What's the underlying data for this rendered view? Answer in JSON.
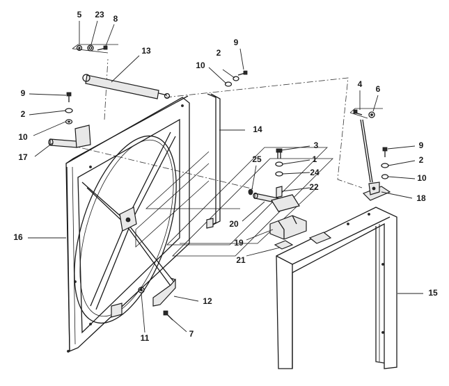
{
  "callouts": {
    "c1": "1",
    "c2a": "2",
    "c2b": "2",
    "c2c": "2",
    "c3": "3",
    "c4": "4",
    "c5": "5",
    "c6": "6",
    "c7": "7",
    "c8": "8",
    "c9a": "9",
    "c9b": "9",
    "c9c": "9",
    "c10a": "10",
    "c10b": "10",
    "c10c": "10",
    "c11": "11",
    "c12": "12",
    "c13": "13",
    "c14": "14",
    "c15": "15",
    "c16": "16",
    "c17": "17",
    "c18": "18",
    "c19": "19",
    "c20": "20",
    "c21": "21",
    "c22": "22",
    "c23": "23",
    "c24": "24",
    "c25": "25"
  }
}
